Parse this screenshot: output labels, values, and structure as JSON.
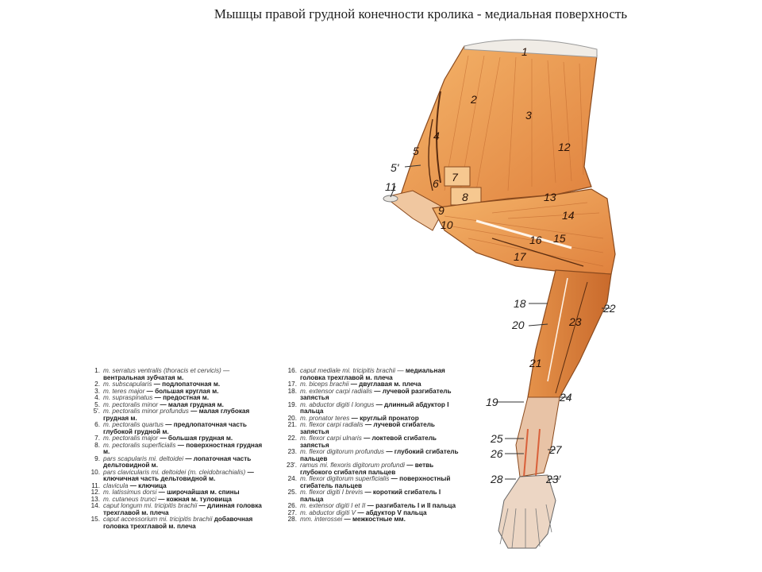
{
  "title": "Мышцы правой грудной конечности кролика - медиальная поверхность",
  "labels": {
    "l1": "1",
    "l2": "2",
    "l3": "3",
    "l4": "4",
    "l5": "5",
    "l5p": "5'",
    "l6": "6",
    "l7": "7",
    "l8": "8",
    "l9": "9",
    "l10": "10",
    "l11": "11",
    "l12": "12",
    "l13": "13",
    "l14": "14",
    "l15": "15",
    "l16": "16",
    "l17": "17",
    "l18": "18",
    "l19": "19",
    "l20": "20",
    "l21": "21",
    "l22": "22",
    "l23": "23",
    "l23p": "23'",
    "l24": "24",
    "l25": "25",
    "l26": "26",
    "l27": "27",
    "l28": "28"
  },
  "legend_left": [
    {
      "no": "1.",
      "lat": "m. serratus ventralis (thoracis et cervicis) —",
      "ru": "вентральная зубчатая м."
    },
    {
      "no": "2.",
      "lat": "m. subscapularis",
      "ru": "— подлопаточная м."
    },
    {
      "no": "3.",
      "lat": "m. teres major",
      "ru": "— большая круглая м."
    },
    {
      "no": "4.",
      "lat": "m. supraspinatus",
      "ru": "— предостная м."
    },
    {
      "no": "5.",
      "lat": "m. pectoralis minor",
      "ru": "— малая грудная м."
    },
    {
      "no": "5'.",
      "lat": "m. pectoralis minor profundus",
      "ru": "— малая глубокая грудная м."
    },
    {
      "no": "6.",
      "lat": "m. pectoralis quartus",
      "ru": "— предлопаточная часть глубокой грудной м."
    },
    {
      "no": "7.",
      "lat": "m. pectoralis major",
      "ru": "— большая грудная м."
    },
    {
      "no": "8.",
      "lat": "m. pectoralis superficialis",
      "ru": "— поверхностная грудная м."
    },
    {
      "no": "9.",
      "lat": "pars scapularis mi. deltoidei",
      "ru": "— лопаточная часть дельтовидной м."
    },
    {
      "no": "10.",
      "lat": "pars clavicularis mi. deltoidei (m. cleidobrachialis)",
      "ru": "— ключичная часть дельтовидной м."
    },
    {
      "no": "11.",
      "lat": "clavicula",
      "ru": "— ключица"
    },
    {
      "no": "12.",
      "lat": "m. latissimus dorsi",
      "ru": "— широчайшая м. спины"
    },
    {
      "no": "13.",
      "lat": "m. cutaneus trunci",
      "ru": "— кожная м. туловища"
    },
    {
      "no": "14.",
      "lat": "caput longum mi. tricipitis brachii",
      "ru": "— длинная головка трехглавой м. плеча"
    },
    {
      "no": "15.",
      "lat": "caput accessorium mi. tricipitis brachii",
      "ru": "добавочная головка трехглавой м. плеча"
    }
  ],
  "legend_right": [
    {
      "no": "16.",
      "lat": "caput mediale mi. tricipitis brachii —",
      "ru": "медиальная головка трехглавой м. плеча"
    },
    {
      "no": "17.",
      "lat": "m. biceps brachii",
      "ru": "— двуглавая м. плеча"
    },
    {
      "no": "18.",
      "lat": "m. extensor carpi radialis",
      "ru": "— лучевой разгибатель запястья"
    },
    {
      "no": "19.",
      "lat": "m. abductor digiti I longus",
      "ru": "— длинный абдуктор I пальца"
    },
    {
      "no": "20.",
      "lat": "m. pronator teres",
      "ru": "— круглый пронатор"
    },
    {
      "no": "21.",
      "lat": "m. flexor carpi radialis",
      "ru": "— лучевой сгибатель запястья"
    },
    {
      "no": "22.",
      "lat": "m. flexor carpi ulnaris",
      "ru": "— локтевой сгибатель запястья"
    },
    {
      "no": "23.",
      "lat": "m. flexor digitorum profundus",
      "ru": "— глубокий сгибатель пальцев"
    },
    {
      "no": "23'.",
      "lat": "ramus mi. flexoris digitorum profundi",
      "ru": "— ветвь глубокого сгибателя пальцев"
    },
    {
      "no": "24.",
      "lat": "m. flexor digitorum superficialis",
      "ru": "— поверхностный сгибатель пальцев"
    },
    {
      "no": "25.",
      "lat": "m. flexor digiti I brevis",
      "ru": "— короткий сгибатель I пальца"
    },
    {
      "no": "26.",
      "lat": "m. extensor digiti I et II",
      "ru": "— разгибатель I и II пальца"
    },
    {
      "no": "27.",
      "lat": "m. abductor digiti V",
      "ru": "— абдуктор V пальца"
    },
    {
      "no": "28.",
      "lat": "mm. interossei",
      "ru": "— межкостные мм."
    }
  ]
}
